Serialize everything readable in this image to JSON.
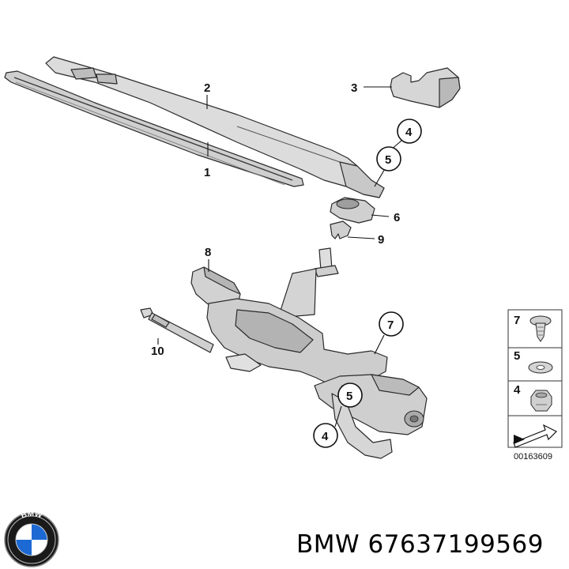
{
  "callouts": {
    "c1": "1",
    "c2": "2",
    "c3": "3",
    "c4a": "4",
    "c5a": "5",
    "c6": "6",
    "c7": "7",
    "c8": "8",
    "c9": "9",
    "c10": "10",
    "c4b": "4",
    "c5b": "5"
  },
  "legend": {
    "l7": "7",
    "l5": "5",
    "l4": "4",
    "code": "00163609"
  },
  "brand": {
    "caption": "BMW 67637199569",
    "logo_letters": "BMW"
  },
  "colors": {
    "part_fill": "#d9d9d9",
    "part_dark": "#a8a8a8",
    "bmw_blue": "#1c69d4",
    "line": "#2a2a2a"
  }
}
